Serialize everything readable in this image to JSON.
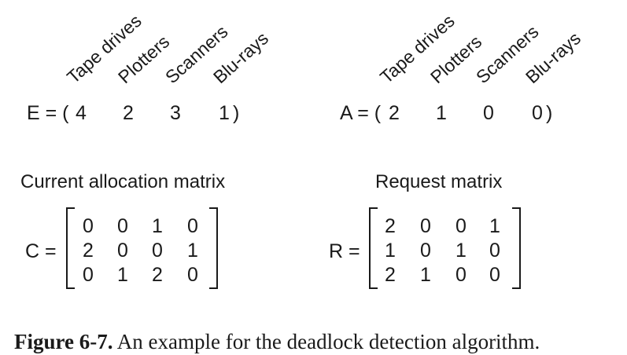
{
  "resource_labels": [
    "Tape drives",
    "Plotters",
    "Scanners",
    "Blu-rays"
  ],
  "existing": {
    "prefix": "E = (",
    "values": [
      "4",
      "2",
      "3",
      "1"
    ],
    "suffix": ")"
  },
  "available": {
    "prefix": "A = (",
    "values": [
      "2",
      "1",
      "0",
      "0"
    ],
    "suffix": ")"
  },
  "current_matrix": {
    "title": "Current allocation matrix",
    "label": "C =",
    "rows": [
      [
        "0",
        "0",
        "1",
        "0"
      ],
      [
        "2",
        "0",
        "0",
        "1"
      ],
      [
        "0",
        "1",
        "2",
        "0"
      ]
    ]
  },
  "request_matrix": {
    "title": "Request matrix",
    "label": "R =",
    "rows": [
      [
        "2",
        "0",
        "0",
        "1"
      ],
      [
        "1",
        "0",
        "1",
        "0"
      ],
      [
        "2",
        "1",
        "0",
        "0"
      ]
    ]
  },
  "caption": {
    "label": "Figure 6-7.",
    "text": "An example for the deadlock detection algorithm."
  }
}
